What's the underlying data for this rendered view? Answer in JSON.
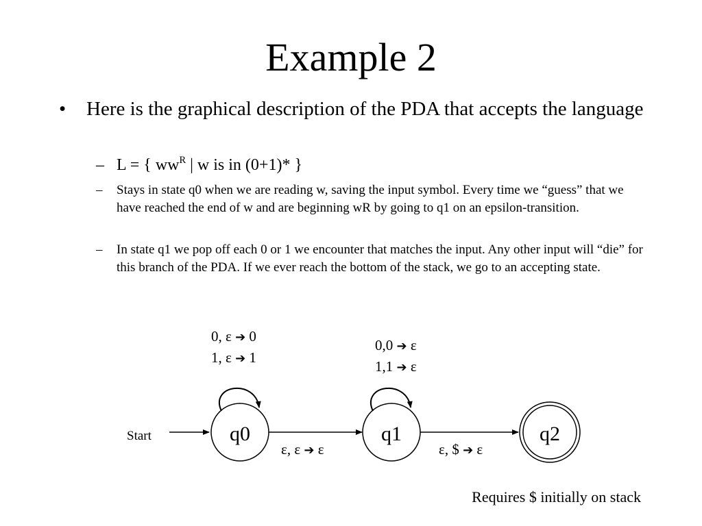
{
  "slide": {
    "title": "Example 2",
    "bullet_main": "Here is the graphical description of the PDA that accepts the language",
    "lang_prefix": "L = {  ww",
    "lang_sup": "R",
    "lang_suffix": " | w is in (0+1)* }",
    "point_1": "Stays in state q0 when we are reading w, saving the input symbol.  Every time we “guess” that we have reached the end of w and are beginning wR by going to q1 on an epsilon-transition.",
    "point_2": "In state q1 we pop off each 0 or 1 we encounter that matches the input.  Any other input will “die” for this branch of the PDA.  If we ever reach the bottom of the stack, we go to an accepting state.",
    "bullet_symbol": "•",
    "dash_symbol": "–"
  },
  "diagram": {
    "start_label": "Start",
    "states": [
      {
        "id": "q0",
        "label": "q0",
        "accepting": false
      },
      {
        "id": "q1",
        "label": "q1",
        "accepting": false
      },
      {
        "id": "q2",
        "label": "q2",
        "accepting": true
      }
    ],
    "loops": {
      "q0": [
        "0, ε  0",
        "1, ε  1"
      ],
      "q1": [
        "0,0 ε",
        "1,1  ε"
      ]
    },
    "transitions": {
      "q0_q1": "ε, ε  ε",
      "q1_q2": "ε, $  ε"
    },
    "arrow_glyph": "➔"
  },
  "footnote": "Requires $ initially on stack"
}
